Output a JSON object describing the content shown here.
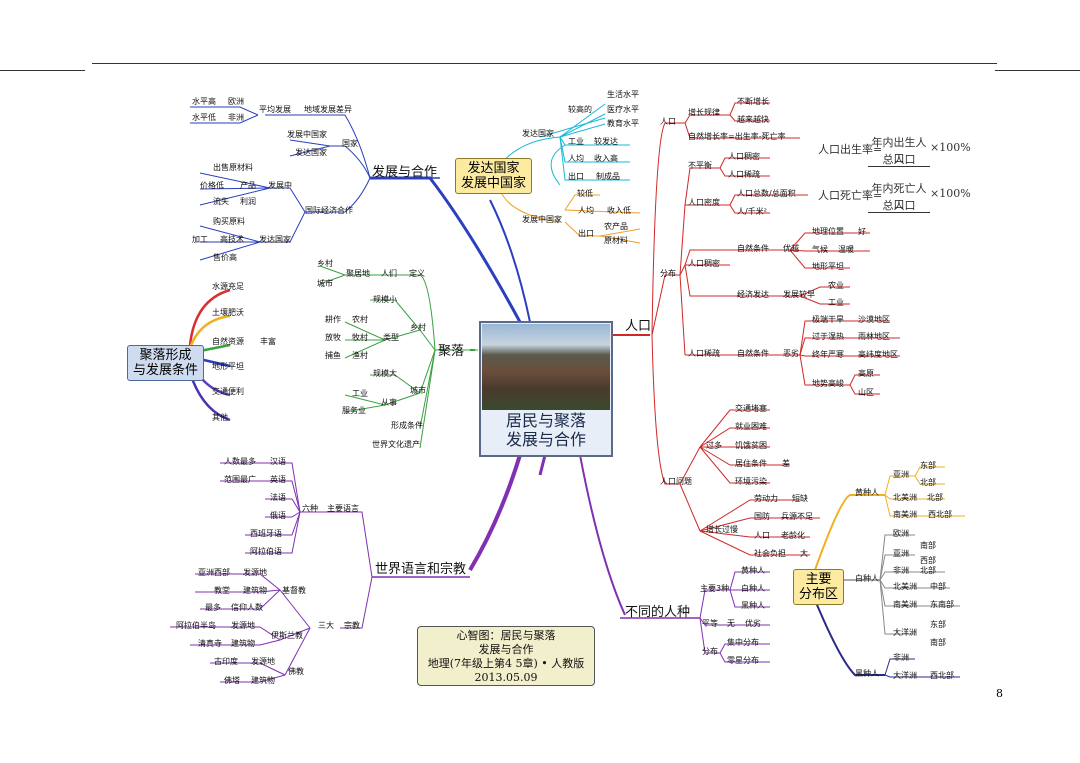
{
  "page_number": "8",
  "center": {
    "title_line1": "居民与聚落",
    "title_line2": "发展与合作"
  },
  "legend": {
    "line1": "心智图：居民与聚落",
    "line2": "发展与合作",
    "line3": "地理(7年级上第4 5章) • 人教版",
    "line4": "2013.05.09"
  },
  "branches": {
    "develop": {
      "title": "发展与合作",
      "avg": [
        "水平高",
        "欧洲",
        "水平低",
        "非洲",
        "平均发展",
        "地域发展差异"
      ],
      "country": [
        "发展中国家",
        "发达国家",
        "国家"
      ],
      "intl": [
        "出售原材料",
        "价格低",
        "产品",
        "发展中",
        "流失",
        "利润",
        "购买原料",
        "加工",
        "高技术",
        "发达国家",
        "售价高",
        "国际经济合作"
      ]
    },
    "dev_countries": {
      "title_line1": "发达国家",
      "title_line2": "发展中国家",
      "dev": [
        "发达国家",
        "较高的",
        "生活水平",
        "医疗水平",
        "教育水平",
        "工业",
        "较发达",
        "人均",
        "收入高",
        "出口",
        "制成品"
      ],
      "devving": [
        "发展中国家",
        "较低",
        "人均",
        "收入低",
        "出口",
        "农产品",
        "原材料"
      ]
    },
    "factors": {
      "title_line1": "聚落形成",
      "title_line2": "与发展条件",
      "items": [
        "水源充足",
        "土壤肥沃",
        "自然资源",
        "丰富",
        "地形平坦",
        "交通便利",
        "其他"
      ]
    },
    "settlement": {
      "title": "聚落",
      "items": [
        "乡村",
        "城市",
        "聚居地",
        "人们",
        "定义",
        "规模小",
        "耕作",
        "农村",
        "放牧",
        "牧村",
        "捕鱼",
        "渔村",
        "类型",
        "乡村",
        "规模大",
        "工业",
        "服务业",
        "从事",
        "城市",
        "形成条件",
        "世界文化遗产"
      ]
    },
    "population": {
      "title": "人口",
      "growth": [
        "增长规律",
        "不断增长",
        "越来越快",
        "自然增长率=出生率-死亡率"
      ],
      "density": [
        "不平衡",
        "人口稠密",
        "人口稀疏",
        "人口密度",
        "人口总数/总面积",
        "人/千米²",
        "分布",
        "人口稠密",
        "自然条件",
        "优越",
        "地理位置",
        "好",
        "气候",
        "温暖",
        "地形平坦",
        "经济发达",
        "发展较早",
        "农业",
        "工业",
        "人口稀疏",
        "自然条件",
        "恶劣",
        "极端干旱",
        "沙漠地区",
        "过于湿热",
        "雨林地区",
        "终年严寒",
        "高纬度地区",
        "地势高峻",
        "高原",
        "山区"
      ],
      "problems": [
        "人口问题",
        "过多",
        "交通堵塞",
        "就业困难",
        "饥饿贫困",
        "居住条件",
        "差",
        "环境污染",
        "增长过慢",
        "劳动力",
        "短缺",
        "国防",
        "兵源不足",
        "人口",
        "老龄化",
        "社会负担",
        "大"
      ]
    },
    "formulas": {
      "birth": "人口出生率=",
      "birth_num": "年内出生人口",
      "birth_den": "总人口",
      "death": "人口死亡率=",
      "death_num": "年内死亡人口",
      "death_den": "总人口",
      "pct": "×100%"
    },
    "language": {
      "title": "世界语言和宗教",
      "langs": [
        "人数最多",
        "汉语",
        "范围最广",
        "英语",
        "法语",
        "俄语",
        "西班牙语",
        "阿拉伯语",
        "六种",
        "主要语言"
      ],
      "religion": [
        "亚洲西部",
        "发源地",
        "教堂",
        "建筑物",
        "基督教",
        "最多",
        "信仰人数",
        "阿拉伯半岛",
        "发源地",
        "清真寺",
        "建筑物",
        "伊斯兰教",
        "三大",
        "宗教",
        "古印度",
        "发源地",
        "佛塔",
        "建筑物",
        "佛教"
      ]
    },
    "race": {
      "title": "不同的人种",
      "items": [
        "黄种人",
        "白种人",
        "黑种人",
        "主要3种",
        "平等",
        "无",
        "优劣",
        "集中分布",
        "零星分布",
        "分布"
      ]
    },
    "distribution": {
      "title_line1": "主要",
      "title_line2": "分布区",
      "yellow": [
        "黄种人",
        "亚洲",
        "东部",
        "北部",
        "北美洲",
        "北部",
        "南美洲",
        "西北部"
      ],
      "white": [
        "白种人",
        "欧洲",
        "亚洲",
        "南部",
        "西部",
        "非洲",
        "北部",
        "北美洲",
        "中部",
        "南美洲",
        "东南部",
        "大洋洲",
        "东部",
        "南部"
      ],
      "black": [
        "黑种人",
        "非洲",
        "大洋洲",
        "西北部"
      ]
    }
  },
  "colors": {
    "develop": "#2b3fbf",
    "dev_countries": "#17b8d8",
    "dev_countries2": "#f0a020",
    "factors": "#d83030",
    "settlement": "#3aa040",
    "population": "#d02828",
    "language": "#8030b0",
    "race": "#8030b0",
    "yellow": "#f0b020",
    "white": "#2a2a8a"
  }
}
